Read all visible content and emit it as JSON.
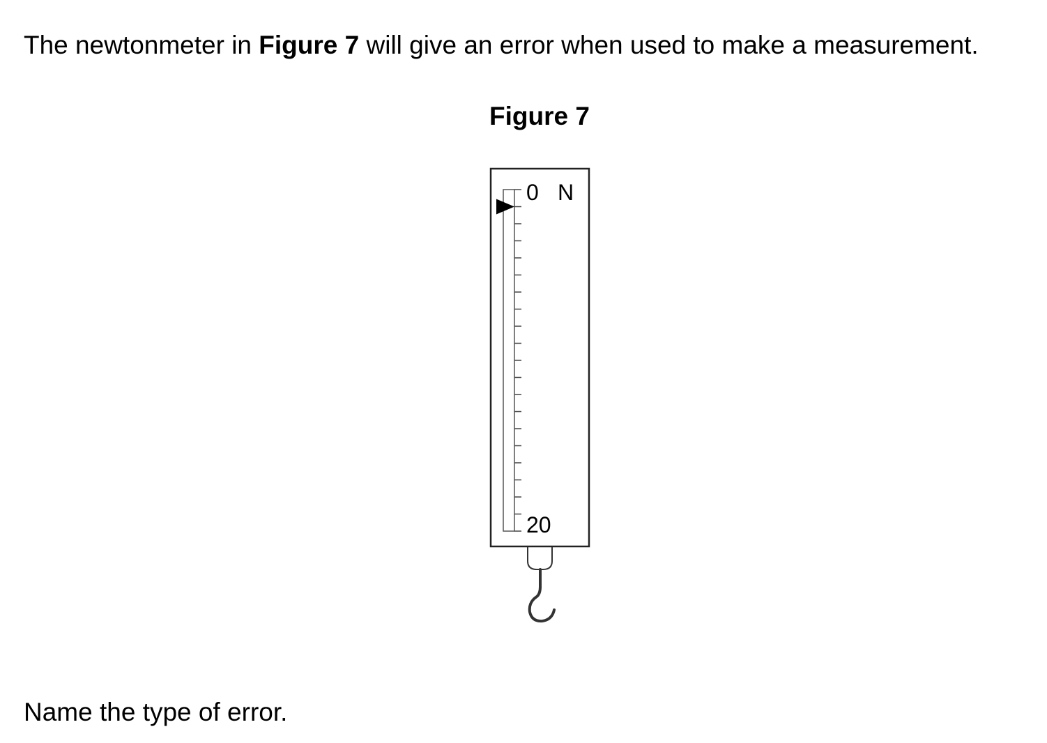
{
  "question": {
    "prefix": "The newtonmeter in ",
    "figure_ref": "Figure 7",
    "suffix": " will give an error when used to make a measurement."
  },
  "figure": {
    "title": "Figure 7",
    "scale_top_label": "0",
    "unit_label": "N",
    "scale_bottom_label": "20",
    "scale_min": 0,
    "scale_max": 20,
    "tick_count": 21,
    "pointer_reading": 1
  },
  "prompt": "Name the type of error."
}
